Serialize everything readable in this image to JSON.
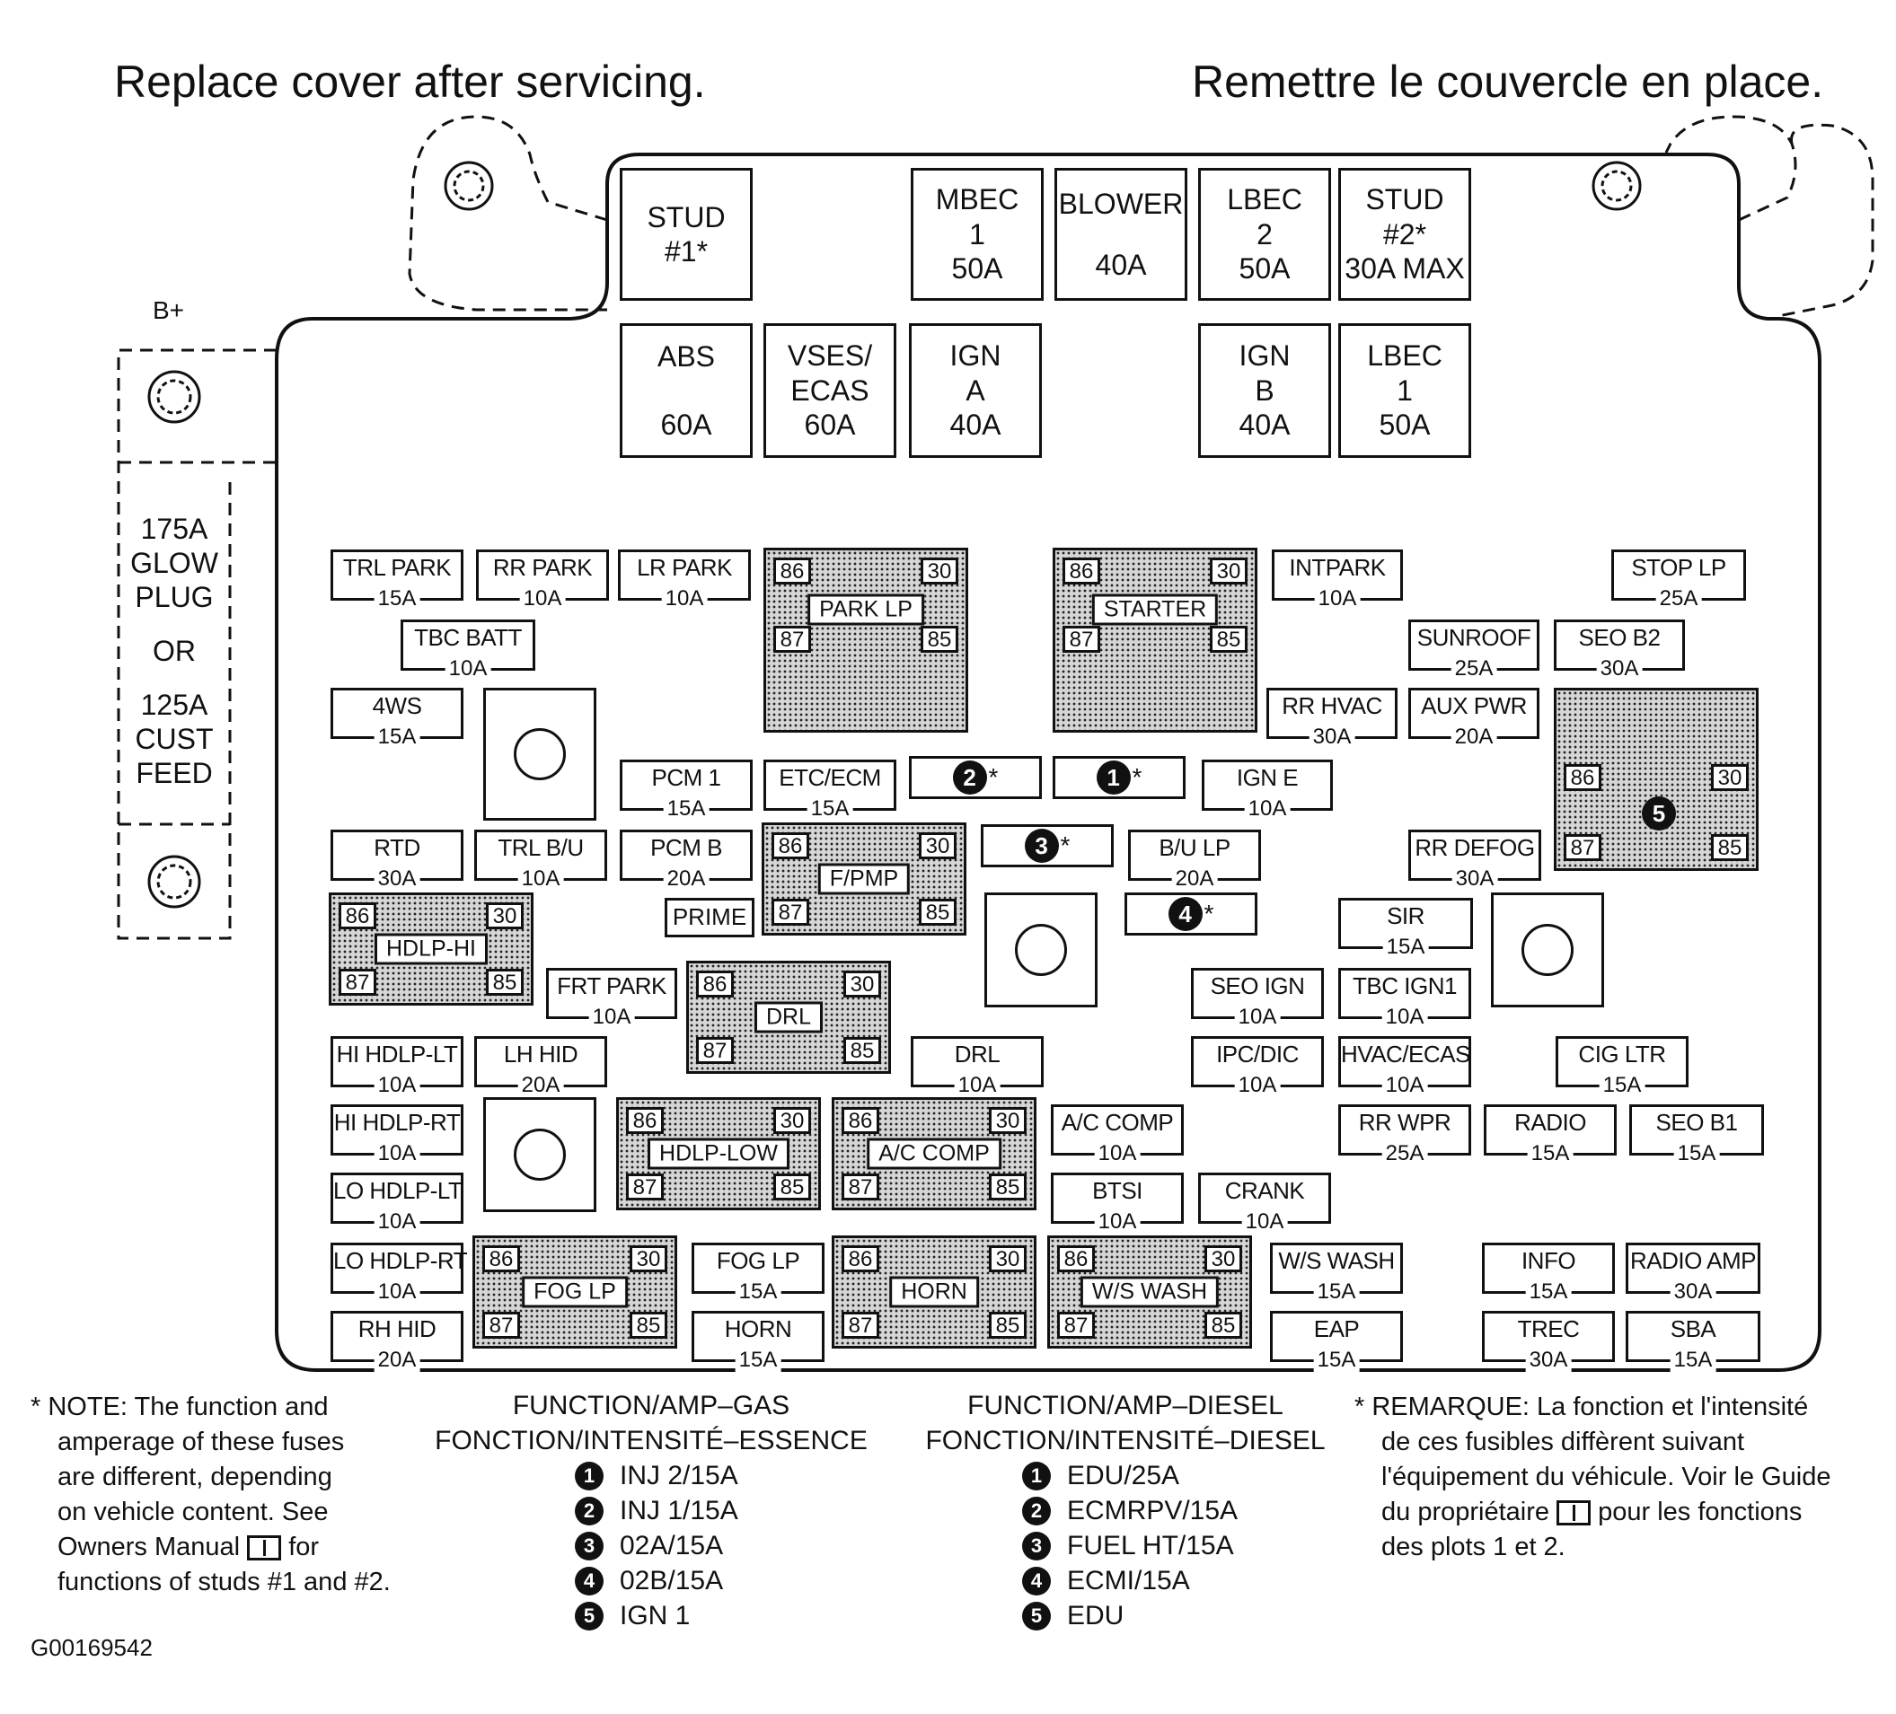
{
  "header": {
    "left": "Replace cover after servicing.",
    "right": "Remettre le couvercle en place."
  },
  "side": {
    "b_plus": "B+",
    "glow": [
      "175A",
      "GLOW",
      "PLUG",
      "OR",
      "125A",
      "CUST",
      "FEED"
    ]
  },
  "top_row": [
    {
      "l1": "STUD",
      "l2": "#1*",
      "l3": ""
    },
    {
      "l1": "MBEC",
      "l2": "1",
      "l3": "50A"
    },
    {
      "l1": "BLOWER",
      "l2": "",
      "l3": "40A"
    },
    {
      "l1": "LBEC",
      "l2": "2",
      "l3": "50A"
    },
    {
      "l1": "STUD",
      "l2": "#2*",
      "l3": "30A MAX"
    }
  ],
  "second_row": [
    {
      "l1": "ABS",
      "l2": "",
      "l3": "60A"
    },
    {
      "l1": "VSES/",
      "l2": "ECAS",
      "l3": "60A"
    },
    {
      "l1": "IGN",
      "l2": "A",
      "l3": "40A"
    },
    {
      "l1": "IGN",
      "l2": "B",
      "l3": "40A"
    },
    {
      "l1": "LBEC",
      "l2": "1",
      "l3": "50A"
    }
  ],
  "fuses": [
    {
      "name": "TRL PARK",
      "amp": "15A"
    },
    {
      "name": "RR PARK",
      "amp": "10A"
    },
    {
      "name": "LR PARK",
      "amp": "10A"
    },
    {
      "name": "TBC BATT",
      "amp": "10A"
    },
    {
      "name": "4WS",
      "amp": "15A"
    },
    {
      "name": "INTPARK",
      "amp": "10A"
    },
    {
      "name": "STOP LP",
      "amp": "25A"
    },
    {
      "name": "SUNROOF",
      "amp": "25A"
    },
    {
      "name": "SEO B2",
      "amp": "30A"
    },
    {
      "name": "RR HVAC",
      "amp": "30A"
    },
    {
      "name": "AUX PWR",
      "amp": "20A"
    },
    {
      "name": "PCM 1",
      "amp": "15A"
    },
    {
      "name": "ETC/ECM",
      "amp": "15A"
    },
    {
      "name": "IGN E",
      "amp": "10A"
    },
    {
      "name": "RTD",
      "amp": "30A"
    },
    {
      "name": "TRL B/U",
      "amp": "10A"
    },
    {
      "name": "PCM B",
      "amp": "20A"
    },
    {
      "name": "B/U LP",
      "amp": "20A"
    },
    {
      "name": "RR DEFOG",
      "amp": "30A"
    },
    {
      "name": "SIR",
      "amp": "15A"
    },
    {
      "name": "FRT PARK",
      "amp": "10A"
    },
    {
      "name": "SEO IGN",
      "amp": "10A"
    },
    {
      "name": "TBC IGN1",
      "amp": "10A"
    },
    {
      "name": "HI HDLP-LT",
      "amp": "10A"
    },
    {
      "name": "LH HID",
      "amp": "20A"
    },
    {
      "name": "DRL",
      "amp": "10A"
    },
    {
      "name": "IPC/DIC",
      "amp": "10A"
    },
    {
      "name": "HVAC/ECAS",
      "amp": "10A"
    },
    {
      "name": "CIG LTR",
      "amp": "15A"
    },
    {
      "name": "HI HDLP-RT",
      "amp": "10A"
    },
    {
      "name": "A/C COMP",
      "amp": "10A"
    },
    {
      "name": "RR WPR",
      "amp": "25A"
    },
    {
      "name": "RADIO",
      "amp": "15A"
    },
    {
      "name": "SEO B1",
      "amp": "15A"
    },
    {
      "name": "LO HDLP-LT",
      "amp": "10A"
    },
    {
      "name": "BTSI",
      "amp": "10A"
    },
    {
      "name": "CRANK",
      "amp": "10A"
    },
    {
      "name": "LO HDLP-RT",
      "amp": "10A"
    },
    {
      "name": "FOG LP",
      "amp": "15A"
    },
    {
      "name": "W/S WASH",
      "amp": "15A"
    },
    {
      "name": "INFO",
      "amp": "15A"
    },
    {
      "name": "RADIO AMP",
      "amp": "30A"
    },
    {
      "name": "RH HID",
      "amp": "20A"
    },
    {
      "name": "HORN",
      "amp": "15A"
    },
    {
      "name": "EAP",
      "amp": "15A"
    },
    {
      "name": "TREC",
      "amp": "30A"
    },
    {
      "name": "SBA",
      "amp": "15A"
    }
  ],
  "relays": [
    {
      "label": "PARK LP"
    },
    {
      "label": "STARTER"
    },
    {
      "label": "F/PMP"
    },
    {
      "label": "HDLP-HI"
    },
    {
      "label": "DRL"
    },
    {
      "label": "HDLP-LOW"
    },
    {
      "label": "A/C COMP"
    },
    {
      "label": "FOG LP"
    },
    {
      "label": "HORN"
    },
    {
      "label": "W/S WASH"
    },
    {
      "label": ""
    }
  ],
  "pins": [
    "86",
    "30",
    "87",
    "85"
  ],
  "prime": "PRIME",
  "numbered": [
    "1",
    "2",
    "3",
    "4",
    "5"
  ],
  "asterisk": "*",
  "note_en": [
    "* NOTE:  The function and",
    "amperage of these fuses",
    "are different, depending",
    "on vehicle content.  See",
    "Owners Manual",
    "for",
    "functions of studs #1 and #2."
  ],
  "note_fr": [
    "* REMARQUE:  La fonction et l'intensité",
    "de ces fusibles diffèrent suivant",
    "l'équipement du véhicule. Voir le Guide",
    "du propriétaire",
    "pour les fonctions",
    "des plots 1 et 2."
  ],
  "gas": {
    "title1": "FUNCTION/AMP–GAS",
    "title2": "FONCTION/INTENSITÉ–ESSENCE",
    "items": [
      "INJ 2/15A",
      "INJ 1/15A",
      "02A/15A",
      "02B/15A",
      "IGN 1"
    ]
  },
  "diesel": {
    "title1": "FUNCTION/AMP–DIESEL",
    "title2": "FONCTION/INTENSITÉ–DIESEL",
    "items": [
      "EDU/25A",
      "ECMRPV/15A",
      "FUEL HT/15A",
      "ECMI/15A",
      "EDU"
    ]
  },
  "figure_id": "G00169542"
}
